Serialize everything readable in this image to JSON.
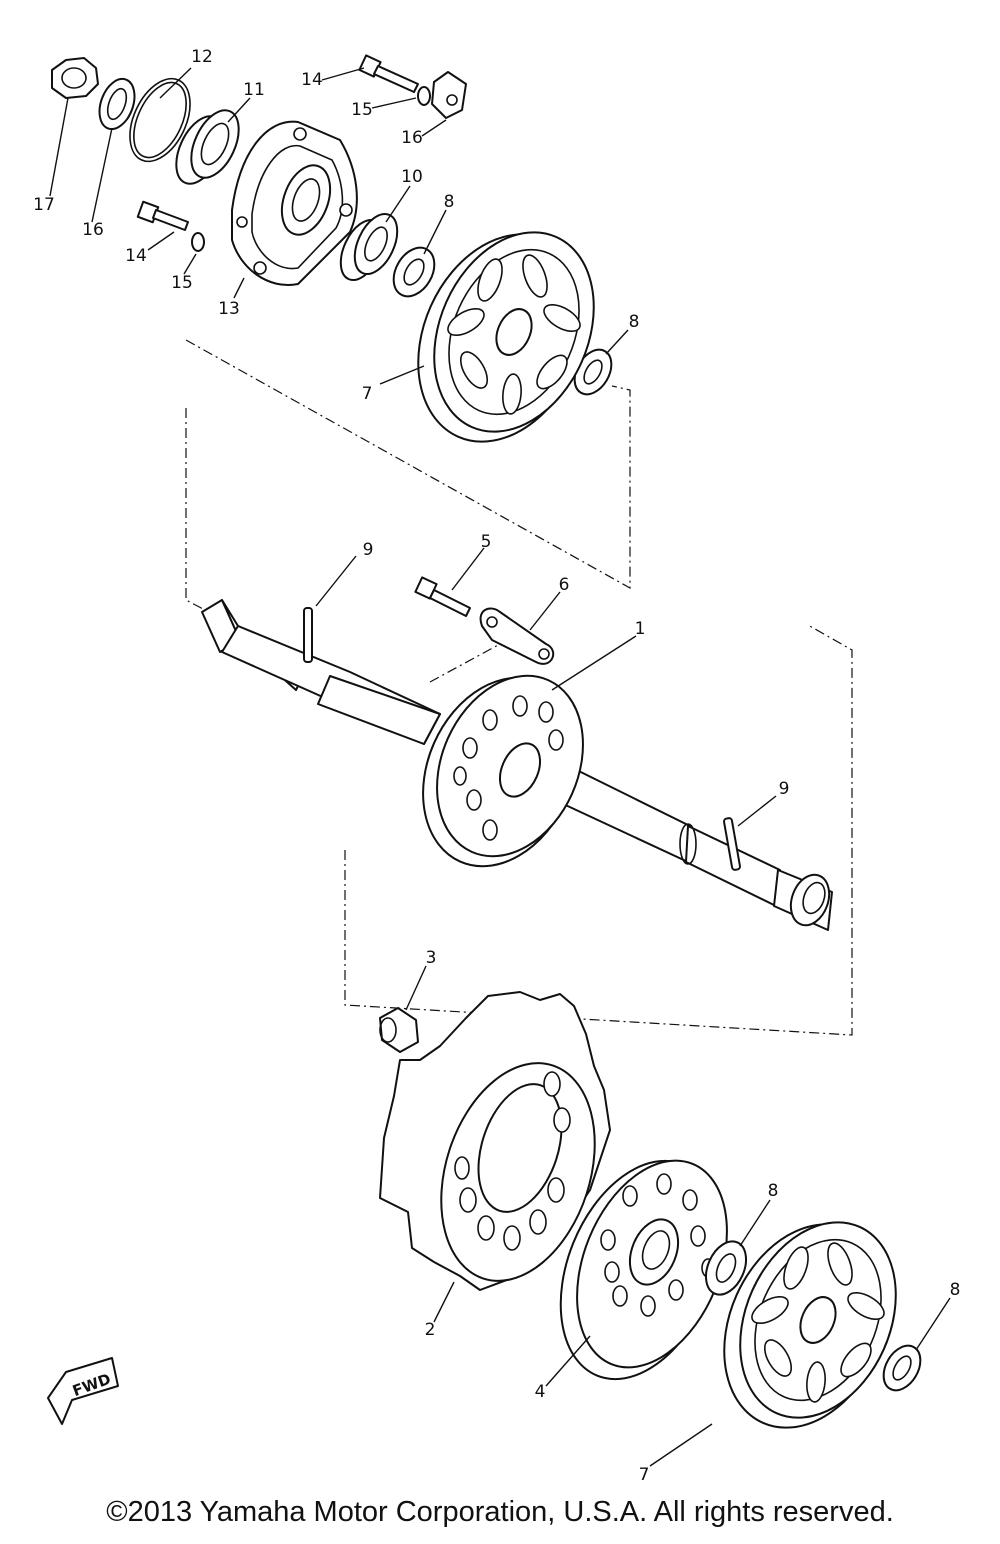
{
  "diagram": {
    "part_labels": [
      {
        "id": "label-1",
        "text": "1"
      },
      {
        "id": "label-2",
        "text": "2"
      },
      {
        "id": "label-3",
        "text": "3"
      },
      {
        "id": "label-4",
        "text": "4"
      },
      {
        "id": "label-5",
        "text": "5"
      },
      {
        "id": "label-6",
        "text": "6"
      },
      {
        "id": "label-7-top",
        "text": "7"
      },
      {
        "id": "label-7-bottom",
        "text": "7"
      },
      {
        "id": "label-8-a",
        "text": "8"
      },
      {
        "id": "label-8-b",
        "text": "8"
      },
      {
        "id": "label-8-c",
        "text": "8"
      },
      {
        "id": "label-8-d",
        "text": "8"
      },
      {
        "id": "label-9-top",
        "text": "9"
      },
      {
        "id": "label-9-bottom",
        "text": "9"
      },
      {
        "id": "label-10",
        "text": "10"
      },
      {
        "id": "label-11",
        "text": "11"
      },
      {
        "id": "label-12",
        "text": "12"
      },
      {
        "id": "label-13",
        "text": "13"
      },
      {
        "id": "label-14-top",
        "text": "14"
      },
      {
        "id": "label-14-left",
        "text": "14"
      },
      {
        "id": "label-15-top",
        "text": "15"
      },
      {
        "id": "label-15-left",
        "text": "15"
      },
      {
        "id": "label-16-left",
        "text": "16"
      },
      {
        "id": "label-16-top",
        "text": "16"
      },
      {
        "id": "label-17",
        "text": "17"
      }
    ],
    "fwd_marker": "FWD"
  },
  "footer": {
    "copyright": "©2013 Yamaha Motor Corporation, U.S.A. All rights reserved."
  }
}
